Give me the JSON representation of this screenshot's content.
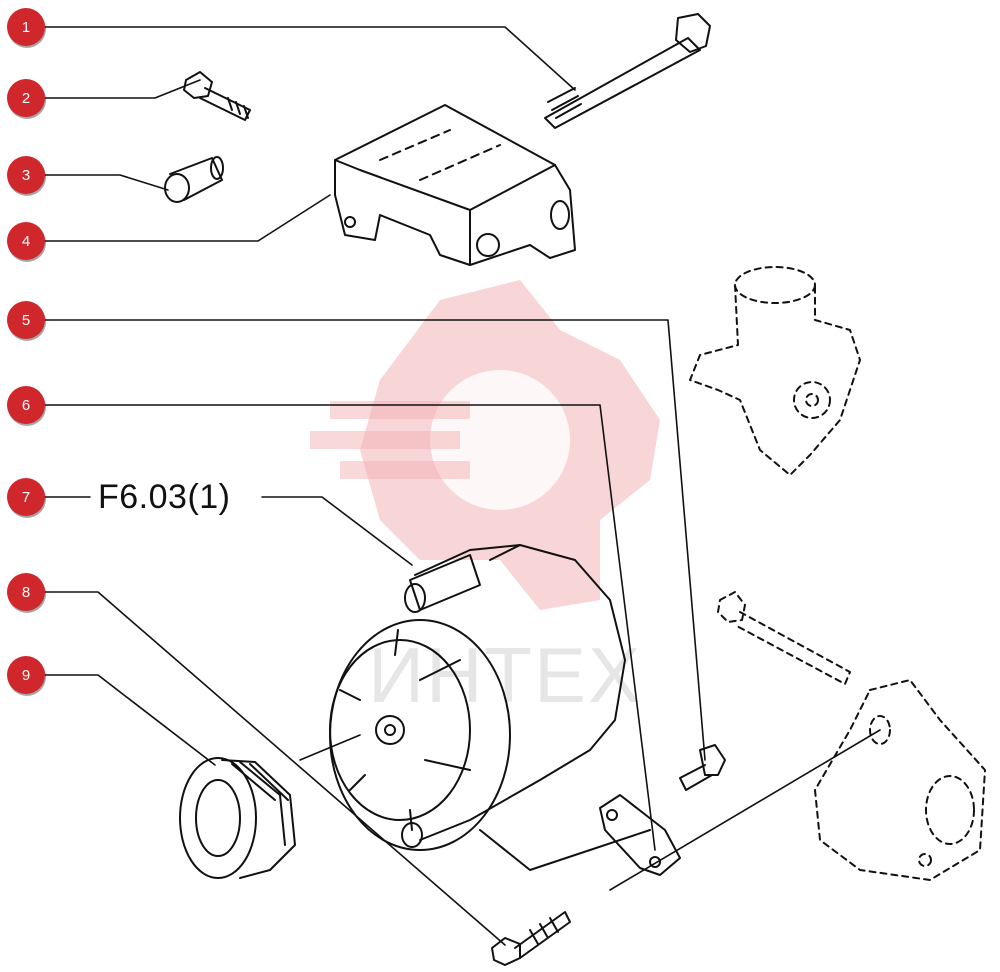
{
  "diagram": {
    "reference_label": "F6.03(1)",
    "watermark_text": "ИНТЕХ",
    "accent_color": "#d0272d",
    "callouts": [
      {
        "number": "1"
      },
      {
        "number": "2"
      },
      {
        "number": "3"
      },
      {
        "number": "4"
      },
      {
        "number": "5"
      },
      {
        "number": "6"
      },
      {
        "number": "7"
      },
      {
        "number": "8"
      },
      {
        "number": "9"
      }
    ]
  }
}
